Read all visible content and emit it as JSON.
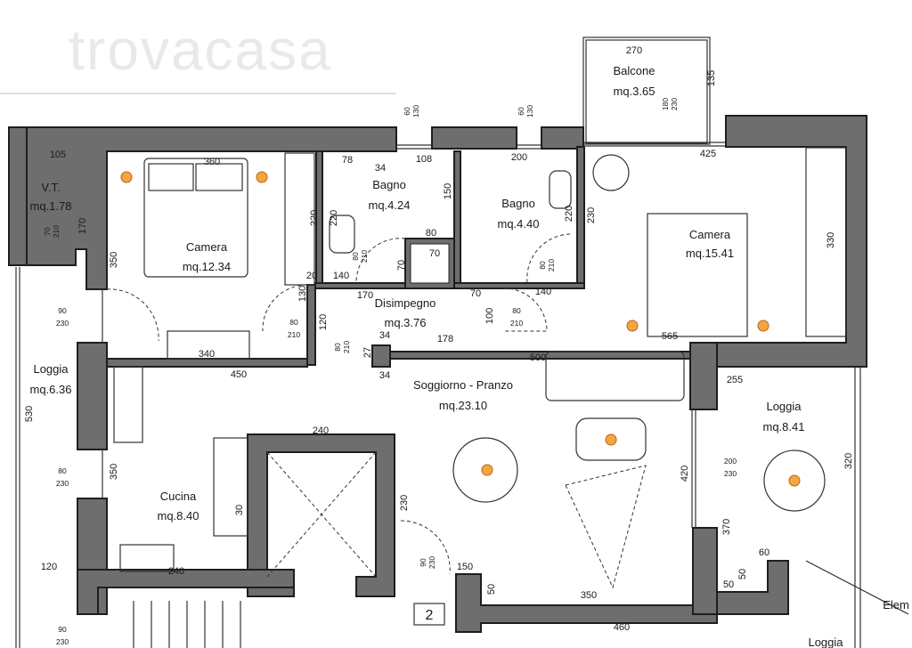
{
  "watermark": "trovacasa",
  "rooms": {
    "vt": {
      "name": "V.T.",
      "area": "mq.1.78"
    },
    "camera1": {
      "name": "Camera",
      "area": "mq.12.34"
    },
    "bagno1": {
      "name": "Bagno",
      "area": "mq.4.24"
    },
    "bagno2": {
      "name": "Bagno",
      "area": "mq.4.40"
    },
    "balcone": {
      "name": "Balcone",
      "area": "mq.3.65"
    },
    "camera2": {
      "name": "Camera",
      "area": "mq.15.41"
    },
    "disimpegno": {
      "name": "Disimpegno",
      "area": "mq.3.76"
    },
    "loggia1": {
      "name": "Loggia",
      "area": "mq.6.36"
    },
    "soggiorno": {
      "name": "Soggiorno - Pranzo",
      "area": "mq.23.10"
    },
    "cucina": {
      "name": "Cucina",
      "area": "mq.8.40"
    },
    "loggia2": {
      "name": "Loggia",
      "area": "mq.8.41"
    },
    "loggia3": {
      "name": "Loggia"
    }
  },
  "labels": {
    "elem": "Elem",
    "stair_number": "2"
  },
  "dims": [
    "270",
    "135",
    "425",
    "105",
    "360",
    "78",
    "34",
    "108",
    "200",
    "170",
    "350",
    "220",
    "220",
    "150",
    "220",
    "230",
    "330",
    "80",
    "70",
    "70",
    "20",
    "140",
    "170",
    "130",
    "70",
    "140",
    "100",
    "120",
    "340",
    "450",
    "34",
    "27",
    "34",
    "178",
    "500",
    "565",
    "255",
    "530",
    "350",
    "240",
    "230",
    "420",
    "320",
    "370",
    "60",
    "50",
    "50",
    "240",
    "120",
    "150",
    "50",
    "350",
    "460",
    "30"
  ],
  "doors": [
    [
      "60",
      "130"
    ],
    [
      "60",
      "130"
    ],
    [
      "180",
      "230"
    ],
    [
      "70",
      "210"
    ],
    [
      "90",
      "230"
    ],
    [
      "80",
      "210"
    ],
    [
      "80",
      "210"
    ],
    [
      "80",
      "210"
    ],
    [
      "80",
      "210"
    ],
    [
      "80",
      "210"
    ],
    [
      "80",
      "230"
    ],
    [
      "90",
      "230"
    ],
    [
      "200",
      "230"
    ],
    [
      "90",
      "230"
    ]
  ]
}
